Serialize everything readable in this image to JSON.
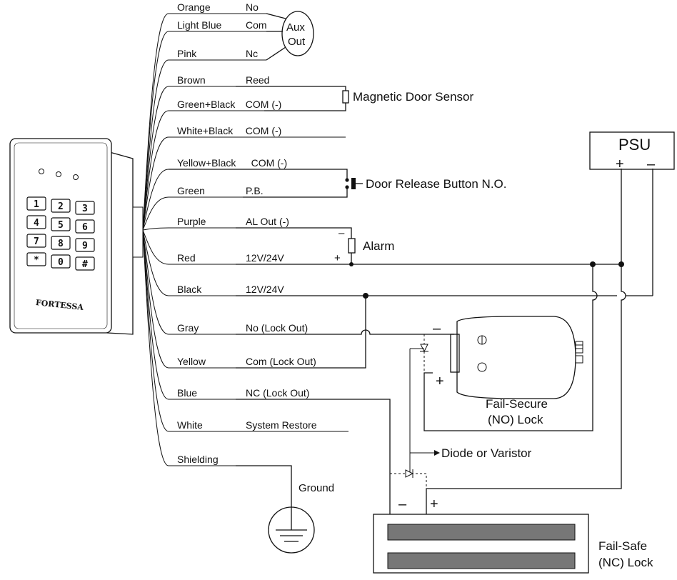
{
  "keypad": {
    "brand": "FORTESSA",
    "keys": [
      "1",
      "2",
      "3",
      "4",
      "5",
      "6",
      "7",
      "8",
      "9",
      "*",
      "0",
      "#"
    ]
  },
  "wires": [
    {
      "color": "Orange",
      "function": "No"
    },
    {
      "color": "Light Blue",
      "function": "Com"
    },
    {
      "color": "Pink",
      "function": "Nc"
    },
    {
      "color": "Brown",
      "function": "Reed"
    },
    {
      "color": "Green+Black",
      "function": "COM (-)"
    },
    {
      "color": "White+Black",
      "function": "COM (-)"
    },
    {
      "color": "Yellow+Black",
      "function": "COM (-)"
    },
    {
      "color": "Green",
      "function": "P.B."
    },
    {
      "color": "Purple",
      "function": "AL Out (-)"
    },
    {
      "color": "Red",
      "function": "12V/24V"
    },
    {
      "color": "Black",
      "function": "12V/24V"
    },
    {
      "color": "Gray",
      "function": "No (Lock Out)"
    },
    {
      "color": "Yellow",
      "function": "Com (Lock Out)"
    },
    {
      "color": "Blue",
      "function": "NC (Lock Out)"
    },
    {
      "color": "White",
      "function": "System Restore"
    },
    {
      "color": "Shielding",
      "function": ""
    }
  ],
  "devices": {
    "aux_out_line1": "Aux",
    "aux_out_line2": "Out",
    "door_sensor": "Magnetic Door Sensor",
    "door_button": "Door Release Button N.O.",
    "alarm": "Alarm",
    "psu": "PSU",
    "psu_plus": "+",
    "psu_minus": "–",
    "fail_secure_line1": "Fail-Secure",
    "fail_secure_line2": "(NO) Lock",
    "fail_safe_line1": "Fail-Safe",
    "fail_safe_line2": "(NC) Lock",
    "diode": "Diode or Varistor",
    "ground": "Ground"
  },
  "polarity": {
    "alarm_minus": "–",
    "alarm_plus": "+",
    "fs_minus": "–",
    "fs_plus": "+",
    "nc_minus": "–",
    "nc_plus": "+"
  }
}
